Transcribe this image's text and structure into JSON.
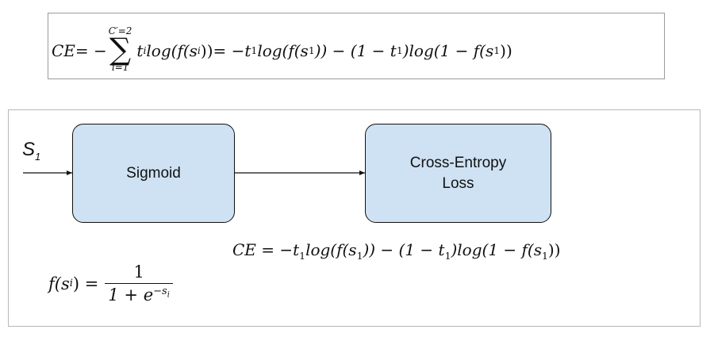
{
  "formula_top": {
    "lhs": "CE",
    "eq": " = −",
    "sum": {
      "symbol": "∑",
      "upper": "C′=2",
      "lower": "i=1"
    },
    "term1": "t",
    "term1_sub": "i",
    "log_part_a": "log(f(s",
    "log_part_a_sub": "i",
    "log_part_a_close": "))",
    "eq2": " = −t",
    "eq2_sub": "1",
    "rhs_a": "log(f(s",
    "rhs_a_sub": "1",
    "rhs_a_close": ")) − (1 − t",
    "rhs_b_sub": "1",
    "rhs_b": ")log(1 − f(s",
    "rhs_c_sub": "1",
    "rhs_c_close": "))"
  },
  "diagram": {
    "input_label": "S",
    "input_label_sub": "1",
    "sigmoid_label": "Sigmoid",
    "ce_label": "Cross-Entropy\nLoss",
    "ce_equation": {
      "lhs": "CE = −t",
      "sub1": "1",
      "mid1": "log(f(s",
      "sub2": "1",
      "mid2": ")) − (1 − t",
      "sub3": "1",
      "mid3": ")log(1 − f(s",
      "sub4": "1",
      "end": "))"
    },
    "sigmoid_equation": {
      "lhs": "f(s",
      "lhs_sub": "i",
      "lhs_end": ") =",
      "numerator": "1",
      "denominator": "1 + e",
      "exp": "−s",
      "exp_sub": "i"
    }
  },
  "colors": {
    "block_fill": "#cfe2f3",
    "block_stroke": "#111111",
    "frame_border": "#b8b8b8"
  }
}
